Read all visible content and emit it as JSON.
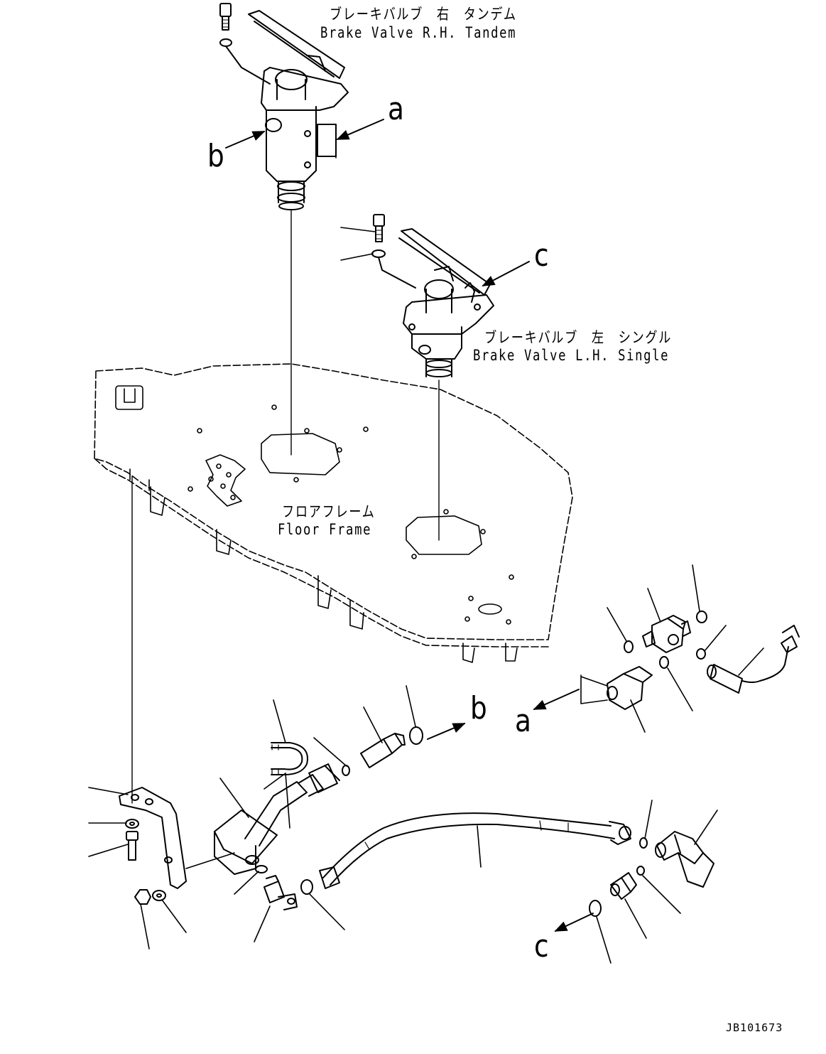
{
  "labels": {
    "brake_rh_jp": "ブレーキバルブ　右　タンデム",
    "brake_rh_en": "Brake Valve R.H. Tandem",
    "brake_lh_jp": "ブレーキバルブ　左　シングル",
    "brake_lh_en": "Brake Valve L.H. Single",
    "floor_jp": "フロアフレーム",
    "floor_en": "Floor Frame"
  },
  "refs": {
    "a_top": "a",
    "b_top": "b",
    "c_top": "c",
    "a_bottom": "a",
    "b_bottom": "b",
    "c_bottom": "c"
  },
  "drawing_code": "JB101673"
}
